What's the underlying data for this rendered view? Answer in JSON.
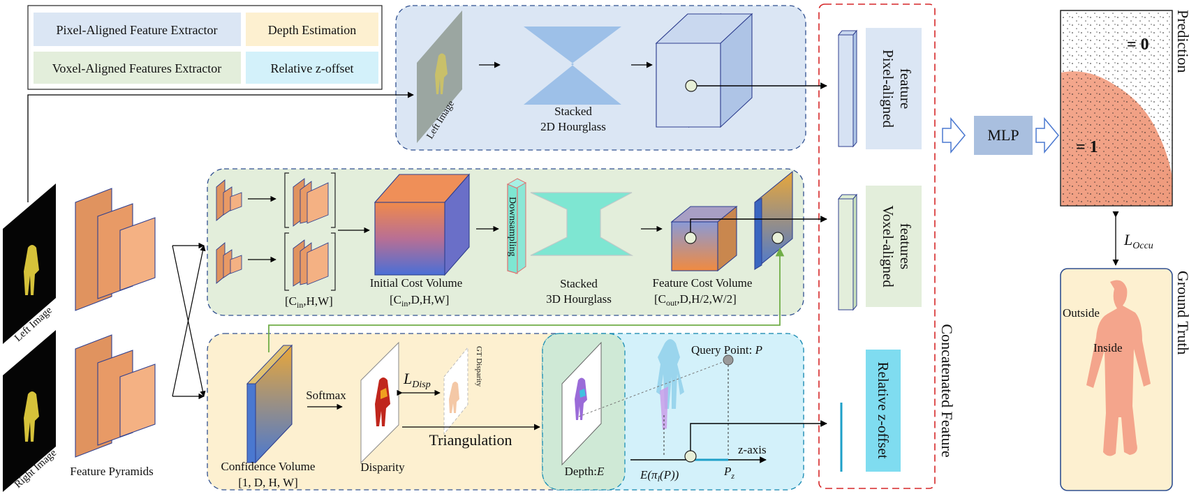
{
  "legend": {
    "pixel": "Pixel-Aligned Feature Extractor",
    "depth": "Depth Estimation",
    "voxel": "Voxel-Aligned Features Extractor",
    "zoffset": "Relative z-offset"
  },
  "inputs": {
    "left_image": "Left Image",
    "right_image": "Right Image",
    "feature_pyramids": "Feature Pyramids"
  },
  "pixel_branch": {
    "image_label": "Left Image",
    "hourglass": [
      "Stacked",
      "2D Hourglass"
    ]
  },
  "voxel_branch": {
    "bracket_label": "[C",
    "bracket_sub": "in",
    "bracket_rest": ",H,W]",
    "initial_cv": "Initial Cost Volume",
    "initial_cv_dims_a": "[C",
    "initial_cv_dims_sub": "in",
    "initial_cv_dims_b": ",D,H,W]",
    "downsampling": "Downsampling",
    "hourglass": [
      "Stacked",
      "3D Hourglass"
    ],
    "feature_cv": "Feature Cost Volume",
    "feature_cv_dims_a": "[C",
    "feature_cv_dims_sub": "out",
    "feature_cv_dims_b": ",D,H/2,W/2]"
  },
  "depth_branch": {
    "softmax": "Softmax",
    "confidence_volume": "Confidence Volume",
    "confidence_dims": "[1, D, H, W]",
    "disparity": "Disparity",
    "l_disp": "L",
    "l_disp_sub": "Disp",
    "gt_disparity": "GT Disparity",
    "triangulation": "Triangulation",
    "depth_label": "Depth:",
    "depth_var": "E",
    "query_point": "Query Point: ",
    "query_var": "P",
    "z_axis": "z-axis",
    "e_proj": "E(π",
    "e_proj_sub": "l",
    "e_proj_end": "(P))",
    "pz": "P",
    "pz_sub": "z"
  },
  "features": {
    "pixel": [
      "Pixel-aligned",
      "feature"
    ],
    "voxel": [
      "Voxel-aligned",
      "features"
    ],
    "zoffset": "Relative z-offset",
    "concatenated": "Concatenated Feature"
  },
  "output": {
    "mlp": "MLP",
    "prediction": "Prediction",
    "eq0": "= 0",
    "eq1": "= 1",
    "l_occu": "L",
    "l_occu_sub": "Occu",
    "ground_truth": "Ground Truth",
    "outside": "Outside",
    "inside": "Inside"
  },
  "colors": {
    "pixel_bg": "#dbe6f4",
    "voxel_bg": "#e3eedb",
    "depth_bg": "#fdf0d0",
    "zoffset_bg": "#d3f1fa",
    "concat_border": "#d62728",
    "mlp": "#a9bfdf",
    "pyramid": "#f4b183",
    "prediction_fill": "#f2a188"
  }
}
